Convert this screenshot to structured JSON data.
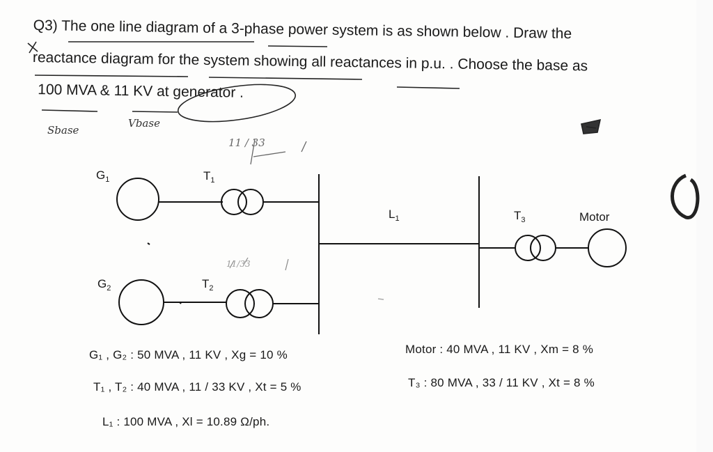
{
  "question": {
    "line1": "Q3) The one line diagram of a 3-phase power system is as shown below . Draw the",
    "line2": "reactance diagram for the system showing all reactances in p.u. . Choose the base as",
    "line3": "100 MVA & 11 KV at generator ."
  },
  "handwritten": {
    "sbase": "Sbase",
    "vbase": "Vbase",
    "ratio_note": "11 / 33",
    "ratio_note2": "11/33"
  },
  "diagram": {
    "g1": "G",
    "g1_sub": "1",
    "g2": "G",
    "g2_sub": "2",
    "t1": "T",
    "t1_sub": "1",
    "t2": "T",
    "t2_sub": "2",
    "l1": "L",
    "l1_sub": "1",
    "t3": "T",
    "t3_sub": "3",
    "motor": "Motor"
  },
  "specs": {
    "g": "G₁ , G₂  : 50 MVA , 11 KV , Xg = 10 %",
    "t12": "T₁ , T₂ : 40 MVA , 11 / 33 KV , Xt = 5 %",
    "l1": "L₁ : 100 MVA , Xl = 10.89 Ω/ph.",
    "motor": "Motor : 40 MVA , 11 KV , Xm = 8 %",
    "t3": "T₃ : 80 MVA , 33 / 11 KV , Xt = 8 %"
  }
}
